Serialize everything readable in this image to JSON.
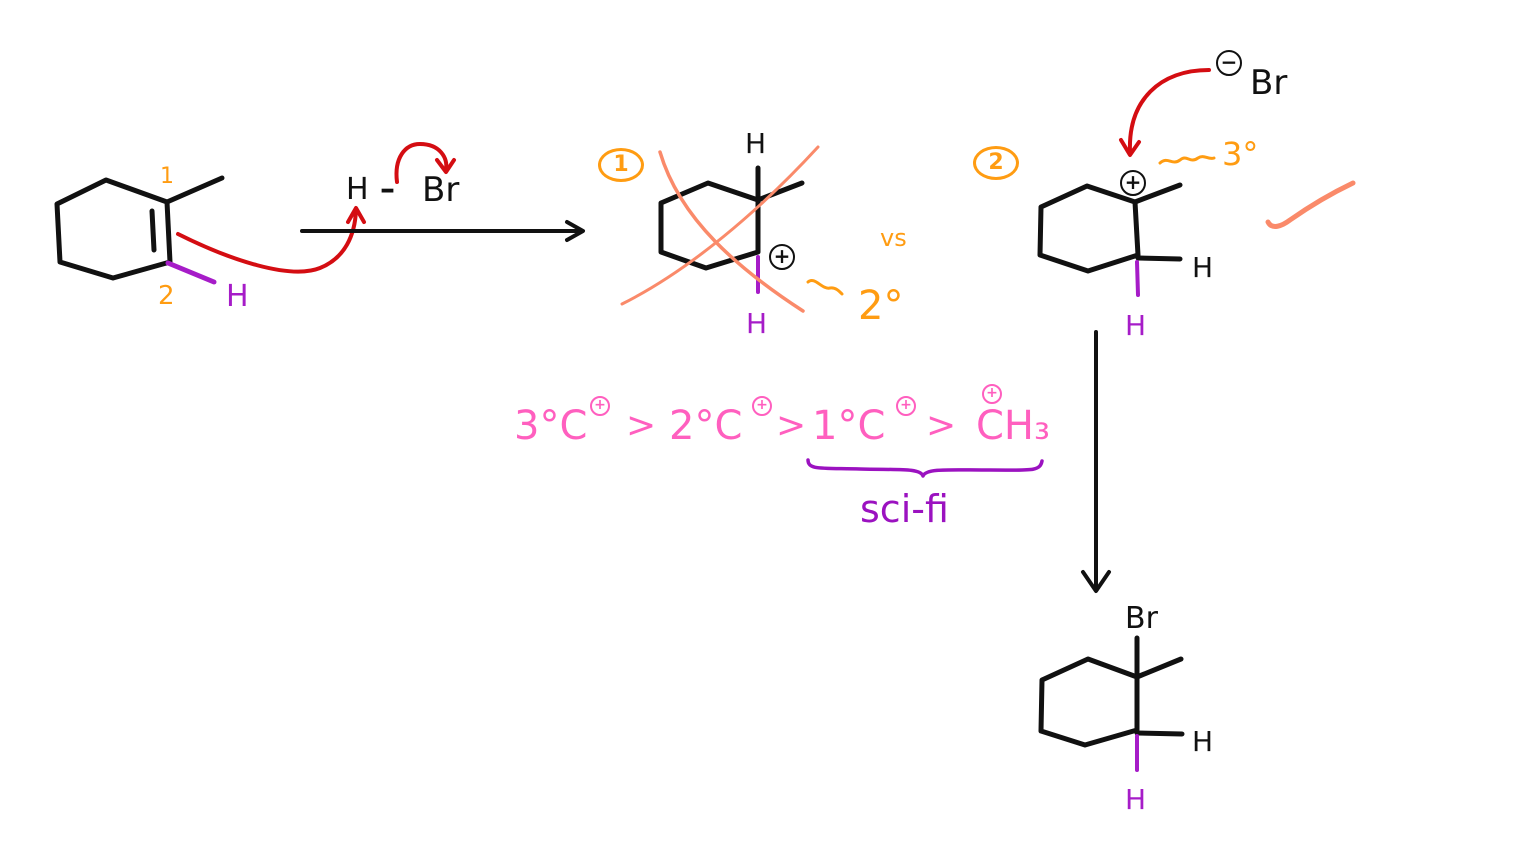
{
  "colors": {
    "bond": "#111111",
    "arrow_mechanism": "#d40d12",
    "hydrogen_highlight": "#a61cc8",
    "annotation": "#ff9c12",
    "cross_out": "#fa8a6a",
    "stability_series": "#ff5fbf",
    "brace": "#9b12c0"
  },
  "reactant": {
    "carbon_label_1": "1",
    "carbon_label_2": "2",
    "hydrogen": "H"
  },
  "reagent": {
    "h": "H",
    "bond": "–",
    "br": "Br"
  },
  "pathway_1": {
    "number": "1",
    "top_h": "H",
    "bottom_h": "H",
    "charge": "+",
    "degree": "2°",
    "tilde": "~",
    "status": "crossed-out"
  },
  "versus": "vs",
  "pathway_2": {
    "number": "2",
    "charge": "+",
    "degree": "3°",
    "tilde": "~~",
    "right_h": "H",
    "bottom_h": "H",
    "nucleophile_charge": "−",
    "nucleophile": "Br",
    "status": "checkmark"
  },
  "stability_order": {
    "items": [
      {
        "label": "3°C",
        "charge": "+"
      },
      {
        "label": "2°C",
        "charge": "+"
      },
      {
        "label": "1°C",
        "charge": "+"
      },
      {
        "label": "CH₃",
        "charge": "+"
      }
    ],
    "separator": ">",
    "brace_label": "sci-fi"
  },
  "product": {
    "substituent": "Br",
    "right_h": "H",
    "bottom_h": "H"
  }
}
